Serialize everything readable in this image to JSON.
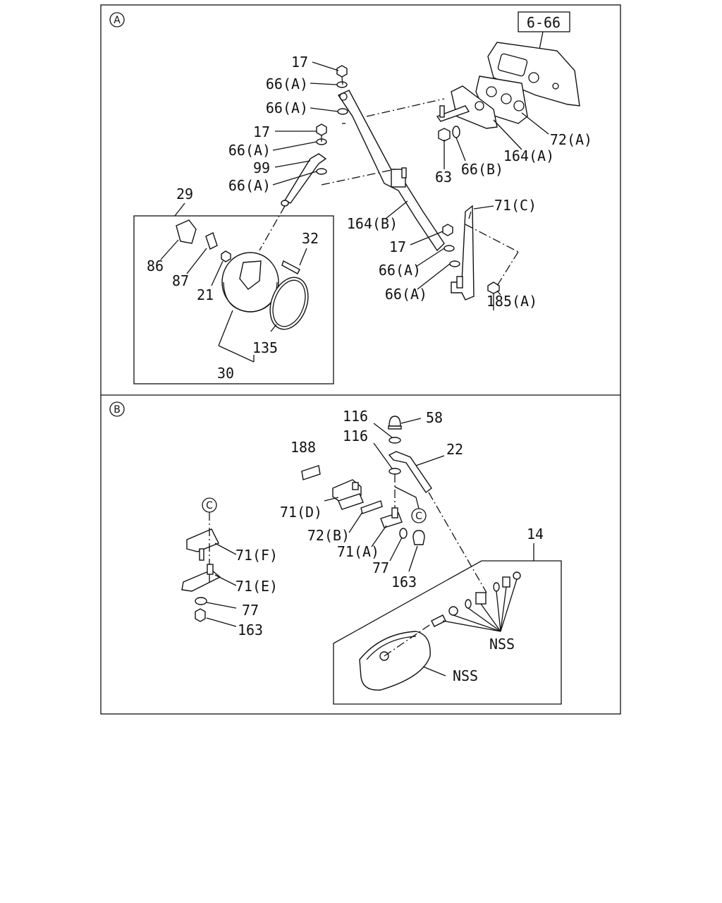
{
  "sections": {
    "a": {
      "marker": "A",
      "ref_box": "6-66",
      "labels": {
        "p17_top": "17",
        "p66a_1": "66(A)",
        "p66a_2": "66(A)",
        "p17_mid": "17",
        "p66a_3": "66(A)",
        "p99": "99",
        "p66a_4": "66(A)",
        "p29": "29",
        "p86": "86",
        "p87": "87",
        "p21": "21",
        "p32": "32",
        "p135": "135",
        "p30": "30",
        "p72a": "72(A)",
        "p164a": "164(A)",
        "p66b": "66(B)",
        "p63": "63",
        "p164b": "164(B)",
        "p71c": "71(C)",
        "p17_low": "17",
        "p66a_5": "66(A)",
        "p66a_6": "66(A)",
        "p185a": "185(A)"
      }
    },
    "b": {
      "marker": "B",
      "connector_marker": "C",
      "connector_marker_2": "C",
      "labels": {
        "p116_top": "116",
        "p58": "58",
        "p116_mid": "116",
        "p22": "22",
        "p188": "188",
        "p71d": "71(D)",
        "p72b": "72(B)",
        "p71a": "71(A)",
        "p77_mid": "77",
        "p163_mid": "163",
        "p14": "14",
        "p71f": "71(F)",
        "p71e": "71(E)",
        "p77_left": "77",
        "p163_left": "163",
        "nss_1": "NSS",
        "nss_2": "NSS"
      }
    }
  }
}
